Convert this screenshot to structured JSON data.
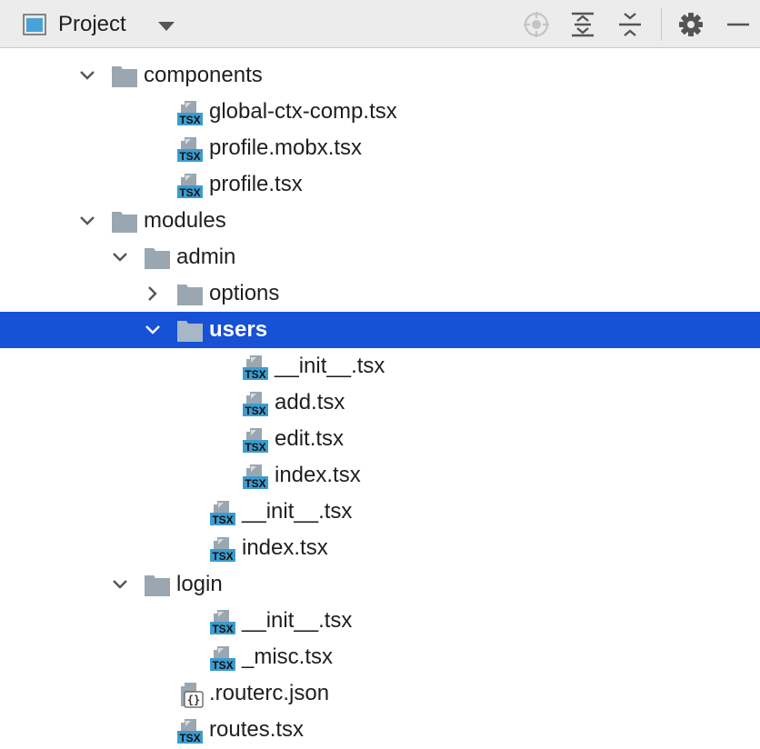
{
  "header": {
    "title": "Project",
    "icons": [
      "project-view-icon",
      "dropdown-icon",
      "locate-icon",
      "expand-all-icon",
      "collapse-all-icon",
      "settings-icon",
      "hide-icon"
    ]
  },
  "colors": {
    "header_bg": "#ececec",
    "selection": "#1651d6",
    "folder": "#9aa7b0",
    "tsx_badge": "#3c9ccf"
  },
  "tree": [
    {
      "label": "components",
      "type": "folder",
      "expanded": true,
      "depth": 0
    },
    {
      "label": "global-ctx-comp.tsx",
      "type": "tsx",
      "depth": 1
    },
    {
      "label": "profile.mobx.tsx",
      "type": "tsx",
      "depth": 1
    },
    {
      "label": "profile.tsx",
      "type": "tsx",
      "depth": 1
    },
    {
      "label": "modules",
      "type": "folder",
      "expanded": true,
      "depth": 0
    },
    {
      "label": "admin",
      "type": "folder",
      "expanded": true,
      "depth": 1
    },
    {
      "label": "options",
      "type": "folder",
      "expanded": false,
      "depth": 2
    },
    {
      "label": "users",
      "type": "folder",
      "expanded": true,
      "depth": 2,
      "selected": true
    },
    {
      "label": "__init__.tsx",
      "type": "tsx",
      "depth": 3
    },
    {
      "label": "add.tsx",
      "type": "tsx",
      "depth": 3
    },
    {
      "label": "edit.tsx",
      "type": "tsx",
      "depth": 3
    },
    {
      "label": "index.tsx",
      "type": "tsx",
      "depth": 3
    },
    {
      "label": "__init__.tsx",
      "type": "tsx",
      "depth": 2
    },
    {
      "label": "index.tsx",
      "type": "tsx",
      "depth": 2
    },
    {
      "label": "login",
      "type": "folder",
      "expanded": true,
      "depth": 1
    },
    {
      "label": "__init__.tsx",
      "type": "tsx",
      "depth": 2
    },
    {
      "label": "_misc.tsx",
      "type": "tsx",
      "depth": 2
    },
    {
      "label": ".routerc.json",
      "type": "json",
      "depth": 1
    },
    {
      "label": "routes.tsx",
      "type": "tsx",
      "depth": 1
    }
  ]
}
